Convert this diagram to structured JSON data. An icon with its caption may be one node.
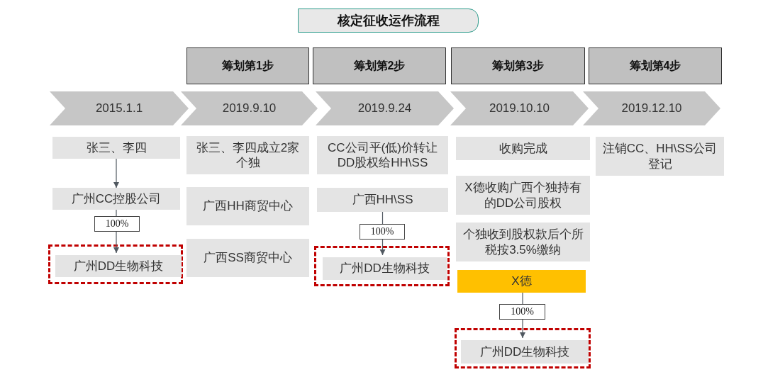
{
  "diagram": {
    "title": "核定征收运作流程",
    "nodes": [
      {
        "text": [
          "筹划第1步"
        ]
      },
      {
        "text": [
          "筹划第2步"
        ]
      },
      {
        "text": [
          "筹划第3步"
        ]
      },
      {
        "text": [
          "筹划第4步"
        ]
      },
      {
        "text": [
          "2015.1.1"
        ]
      },
      {
        "text": [
          "2019.9.10"
        ]
      },
      {
        "text": [
          "2019.9.24"
        ]
      },
      {
        "text": [
          "2019.10.10"
        ]
      },
      {
        "text": [
          "2019.12.10"
        ]
      },
      {
        "text": [
          "张三、李四"
        ]
      },
      {
        "text": [
          "广州CC控股公司"
        ]
      },
      {
        "text": [],
        "shape": "box"
      },
      {
        "text": [
          "广州DD生物科技"
        ],
        "in": 11
      },
      {
        "text": [
          "张三、李四成立2家个独"
        ]
      },
      {
        "text": [
          "广西HH商贸中心"
        ]
      },
      {
        "text": [
          "广西SS商贸中心"
        ]
      },
      {
        "text": [
          "CC公司平(低)价转让DD股权给HH\\SS"
        ]
      },
      {
        "text": [
          "广西HH\\SS"
        ]
      },
      {
        "text": [],
        "shape": "box"
      },
      {
        "text": [
          "广州DD生物科技"
        ],
        "in": 18
      },
      {
        "text": [
          "收购完成"
        ]
      },
      {
        "text": [
          "X德收购广西个独持有的DD公司股权"
        ]
      },
      {
        "text": [
          "个独收到股权款后个所税按3.5%缴纳"
        ]
      },
      {
        "text": [
          "X德"
        ]
      },
      {
        "text": [],
        "shape": "box"
      },
      {
        "text": [
          "广州DD生物科技"
        ],
        "in": 24
      },
      {
        "text": [
          "注销CC、HH\\SS公司登记"
        ]
      }
    ],
    "edges": [
      {
        "from": 9,
        "to": 10,
        "arrow": "to"
      },
      {
        "from": 10,
        "to": 12,
        "arrow": "to",
        "label": "100%"
      },
      {
        "from": 17,
        "to": 19,
        "arrow": "to",
        "label": "100%"
      },
      {
        "from": 23,
        "to": 25,
        "arrow": "to",
        "label": "100%"
      }
    ]
  }
}
